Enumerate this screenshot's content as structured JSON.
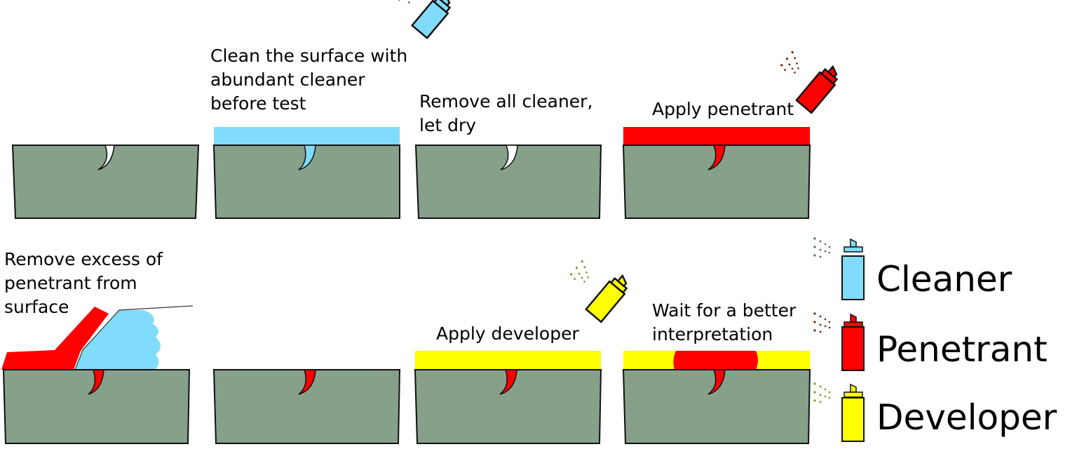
{
  "colors": {
    "part": "#87a08a",
    "cleaner": "#80dcfa",
    "penetrant": "#ff0000",
    "developer": "#ffff00"
  },
  "steps": [
    {
      "caption": []
    },
    {
      "caption": [
        "Clean the surface with",
        "abundant cleaner",
        "before test"
      ]
    },
    {
      "caption": [
        "Remove all cleaner,",
        "let dry"
      ]
    },
    {
      "caption": [
        "Apply penetrant"
      ]
    },
    {
      "caption": [
        "Remove excess of",
        "penetrant from",
        "surface"
      ]
    },
    {
      "caption": []
    },
    {
      "caption": [
        "Apply developer"
      ]
    },
    {
      "caption": [
        "Wait for a better",
        "interpretation"
      ]
    }
  ],
  "legend": [
    {
      "label": "Cleaner",
      "icon": "cleaner-spray-can-icon"
    },
    {
      "label": "Penetrant",
      "icon": "penetrant-spray-can-icon"
    },
    {
      "label": "Developer",
      "icon": "developer-spray-can-icon"
    }
  ]
}
